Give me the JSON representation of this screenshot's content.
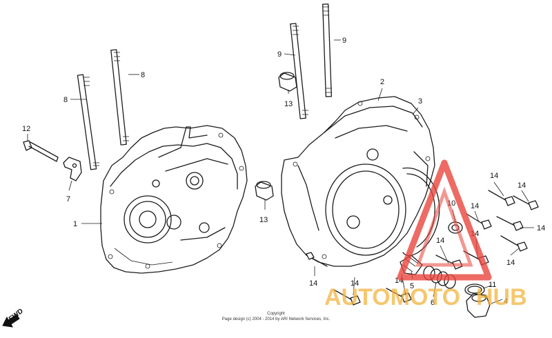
{
  "diagram": {
    "part_labels": {
      "p1": "1",
      "p2": "2",
      "p3": "3",
      "p4": "4",
      "p5": "5",
      "p6": "6",
      "p7": "7",
      "p8a": "8",
      "p8b": "8",
      "p9a": "9",
      "p9b": "9",
      "p10": "10",
      "p11": "11",
      "p12": "12",
      "p13a": "13",
      "p13b": "13",
      "p14a": "14",
      "p14b": "14",
      "p14c": "14",
      "p14d": "14",
      "p14e": "14",
      "p14f": "14",
      "p14g": "14",
      "p14h": "14",
      "p14i": "14",
      "p14j": "14"
    },
    "direction_label": "FWD",
    "copyright_line1": "Copyright",
    "copyright_line2": "Page design (c) 2004 - 2014 by ARI Network Services, Inc."
  },
  "watermark": {
    "text_part1": "AUTOMOTO",
    "text_part2": "HUB",
    "color_red": "#e8423a",
    "color_gold": "#f2b33a"
  }
}
